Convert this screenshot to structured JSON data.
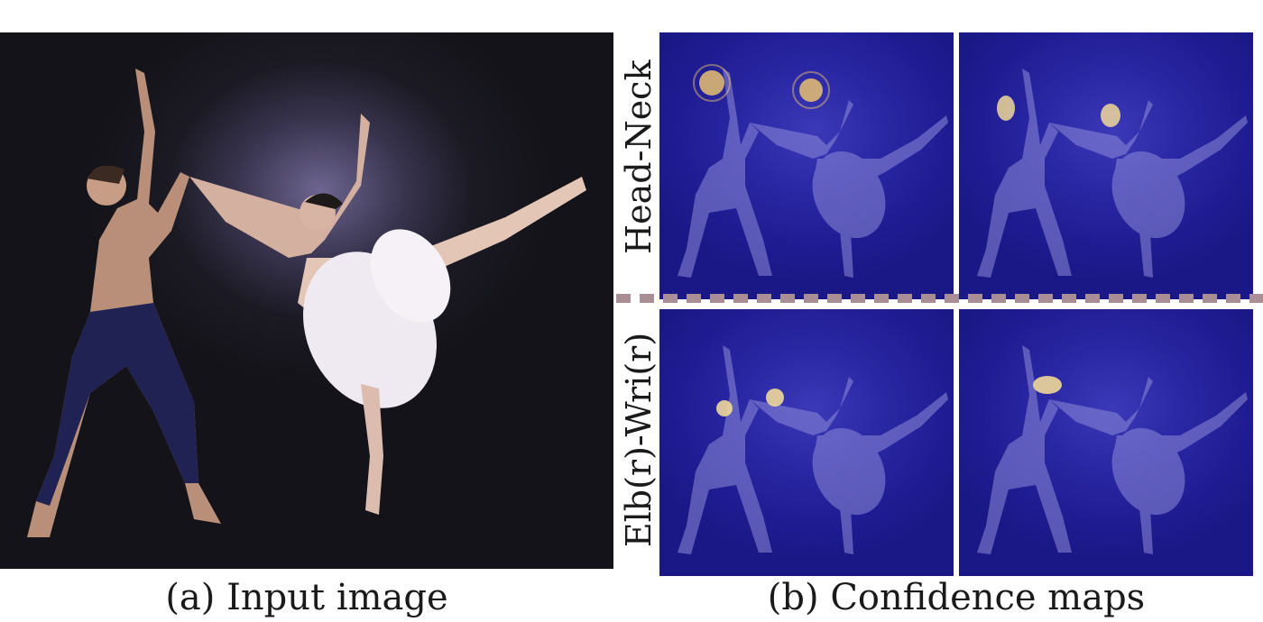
{
  "panel_a": {
    "caption": "(a) Input image"
  },
  "panel_b": {
    "caption": "(b) Confidence maps",
    "row_labels": [
      "Head-Neck",
      "Elb(r)-Wri(r)"
    ]
  },
  "colors": {
    "map_background": "#2a27a4",
    "figure_silhouette": "#8e8cd8",
    "heat_peak": "#e8c070",
    "separator": "#a98f95"
  }
}
